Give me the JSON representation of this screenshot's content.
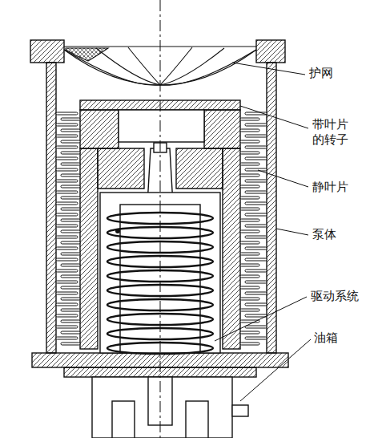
{
  "diagram": {
    "labels": [
      "护网",
      "带叶片 的转子",
      "静叶片",
      "泵体",
      "驱动系统",
      "油箱"
    ]
  }
}
